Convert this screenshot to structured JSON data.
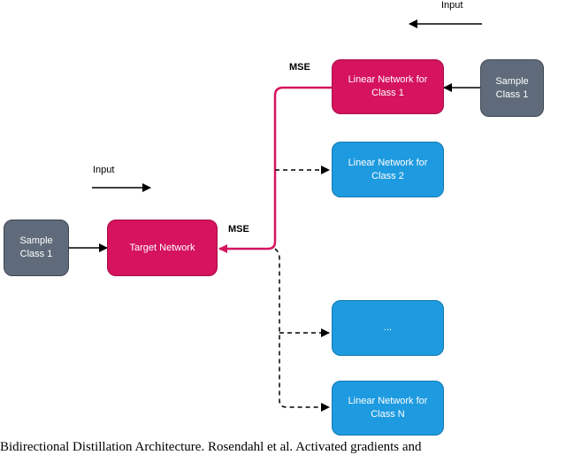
{
  "nodes": {
    "sample_left": "Sample\nClass 1",
    "target_network": "Target Network",
    "linear_class1": "Linear Network for\nClass 1",
    "linear_class2": "Linear Network for\nClass  2",
    "linear_ellipsis": "...",
    "linear_classN": "Linear Network for\nClass N",
    "sample_right": "Sample\nClass 1"
  },
  "labels": {
    "input_top": "Input",
    "input_left": "Input",
    "mse_top": "MSE",
    "mse_mid": "MSE"
  },
  "colors": {
    "slate": "#5f6b7a",
    "magenta": "#d6135f",
    "blue": "#1e9be0"
  },
  "caption": "Bidirectional Distillation Architecture. Rosendahl et al. Activated gradients and"
}
